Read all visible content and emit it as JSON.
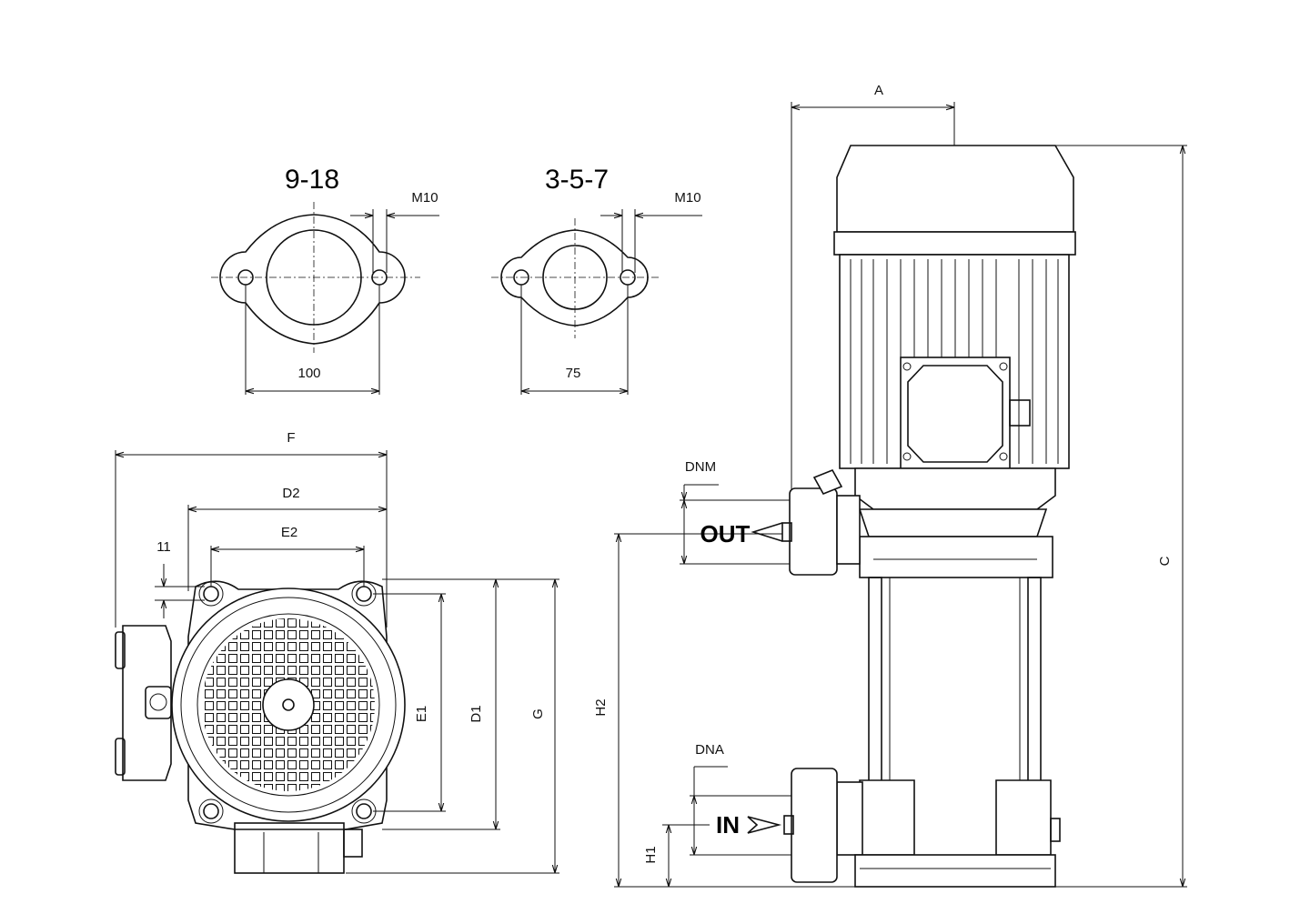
{
  "flanges": [
    {
      "title": "9-18",
      "thread": "M10",
      "hole_spacing": "100"
    },
    {
      "title": "3-5-7",
      "thread": "M10",
      "hole_spacing": "75"
    }
  ],
  "top_view": {
    "F": "F",
    "D2": "D2",
    "E2": "E2",
    "offset": "11",
    "E1": "E1",
    "D1": "D1",
    "G": "G"
  },
  "side_view": {
    "A": "A",
    "C": "C",
    "H2": "H2",
    "H1": "H1",
    "DNM": "DNM",
    "DNA": "DNA",
    "out_label": "OUT",
    "in_label": "IN"
  },
  "colors": {
    "line": "#111111",
    "background": "#ffffff"
  }
}
